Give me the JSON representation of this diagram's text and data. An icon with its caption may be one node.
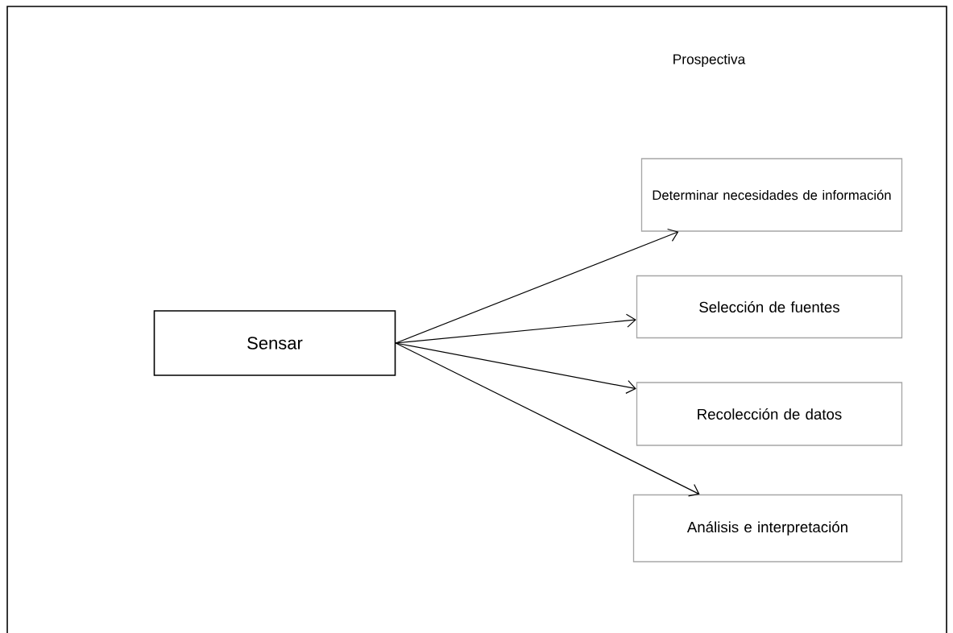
{
  "diagram": {
    "title": "Prospectiva",
    "nodes": [
      {
        "text": [
          "Sensar"
        ]
      },
      {
        "text": [
          "Determinar necesidades de información"
        ]
      },
      {
        "text": [
          "Selección de fuentes"
        ]
      },
      {
        "text": [
          "Recolección de datos"
        ]
      },
      {
        "text": [
          "Análisis e interpretación"
        ]
      }
    ],
    "edges": [
      {
        "from": 0,
        "to": 1,
        "arrow": "to"
      },
      {
        "from": 0,
        "to": 2,
        "arrow": "to"
      },
      {
        "from": 0,
        "to": 3,
        "arrow": "to"
      },
      {
        "from": 0,
        "to": 4,
        "arrow": "to"
      }
    ]
  }
}
